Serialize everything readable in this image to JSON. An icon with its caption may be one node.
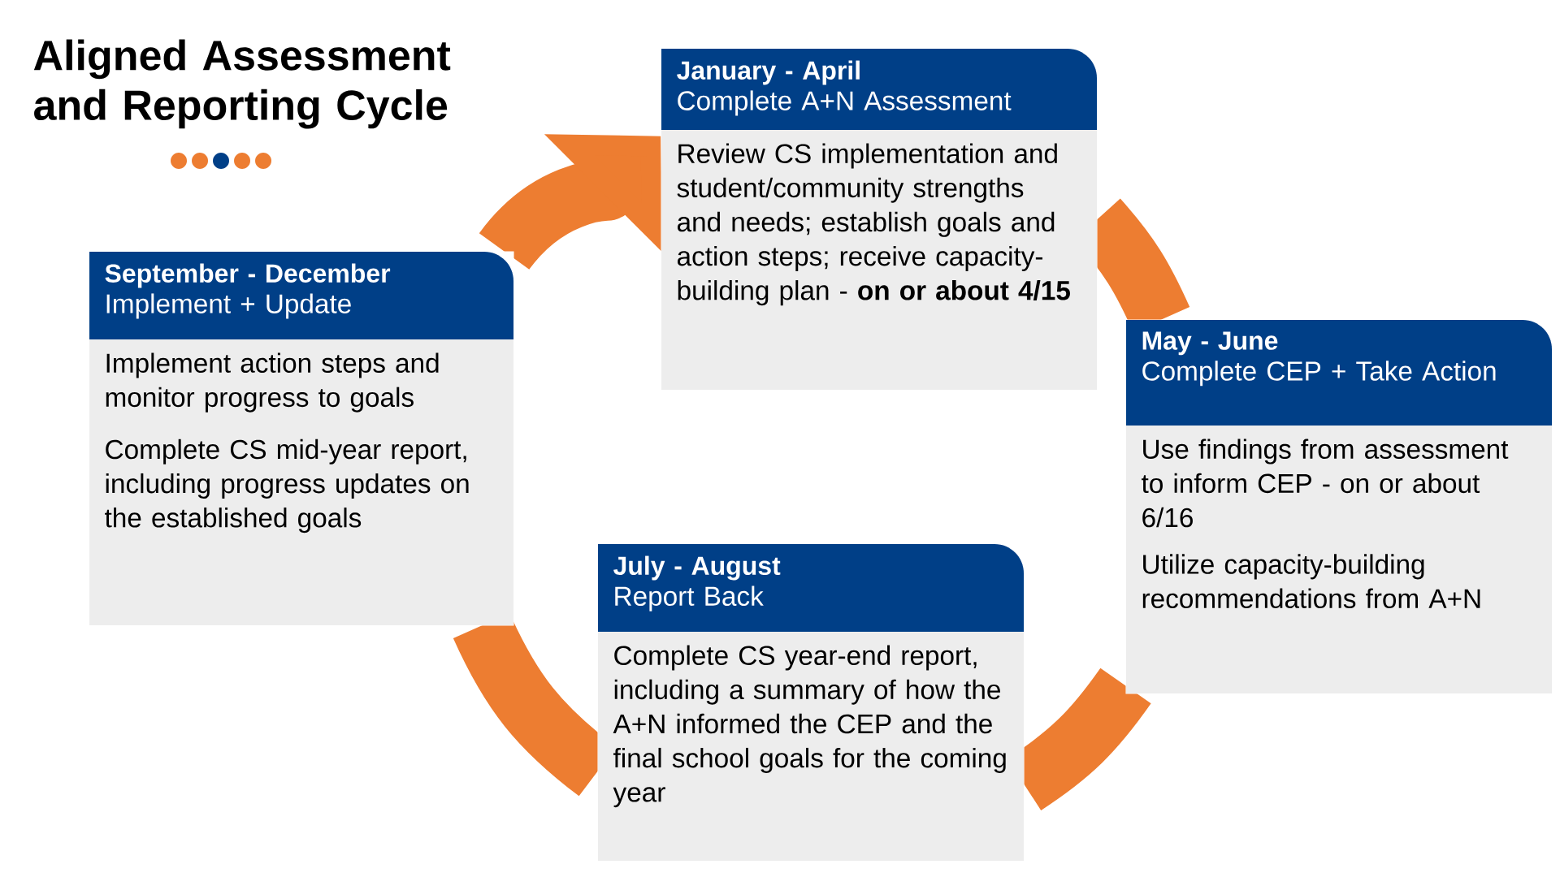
{
  "diagram": {
    "title": "Aligned Assessment and Reporting Cycle",
    "nodes": [
      {
        "text": [
          "January - April",
          "Complete A+N Assessment",
          "Review CS implementation and student/community strengths and needs; establish goals and action steps; receive capacity-building plan - **on or about 4/15**"
        ]
      },
      {
        "text": [
          "May - June",
          "Complete CEP + Take Action",
          "Use findings from assessment to inform CEP - on or about 6/16",
          "Utilize capacity-building recommendations from A+N"
        ]
      },
      {
        "text": [
          "July - August",
          "Report Back",
          "Complete CS year-end report, including a summary of how the A+N informed the CEP and the final school goals for the coming year"
        ]
      },
      {
        "text": [
          "September - December",
          "Implement + Update",
          "Implement action steps and monitor progress to goals",
          "Complete CS mid-year report, including progress updates on the established goals"
        ]
      }
    ],
    "edges": [
      {
        "from": 0,
        "to": 1,
        "arrow": "none"
      },
      {
        "from": 1,
        "to": 2,
        "arrow": "none"
      },
      {
        "from": 2,
        "to": 3,
        "arrow": "none"
      },
      {
        "from": 3,
        "to": 0,
        "arrow": "to"
      }
    ]
  }
}
